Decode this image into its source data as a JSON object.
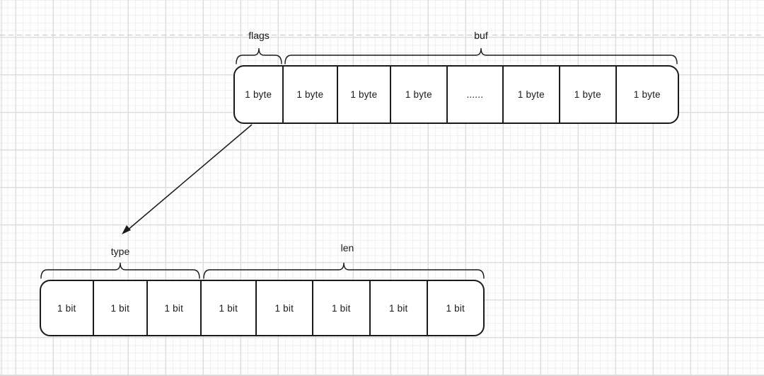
{
  "colors": {
    "line": "#1a1a1a",
    "grid_major": "#dcdcdc",
    "grid_minor": "#f3eff0",
    "dashed_guide": "#c6c6c6",
    "cell_fill": "#ffffff"
  },
  "top_row": {
    "flags_brace_label": "flags",
    "buf_brace_label": "buf",
    "cells": [
      "1 byte",
      "1 byte",
      "1 byte",
      "1 byte",
      "......",
      "1 byte",
      "1 byte",
      "1 byte"
    ]
  },
  "bottom_row": {
    "type_brace_label": "type",
    "len_brace_label": "len",
    "cells": [
      "1 bit",
      "1 bit",
      "1 bit",
      "1 bit",
      "1 bit",
      "1 bit",
      "1 bit",
      "1 bit"
    ]
  }
}
